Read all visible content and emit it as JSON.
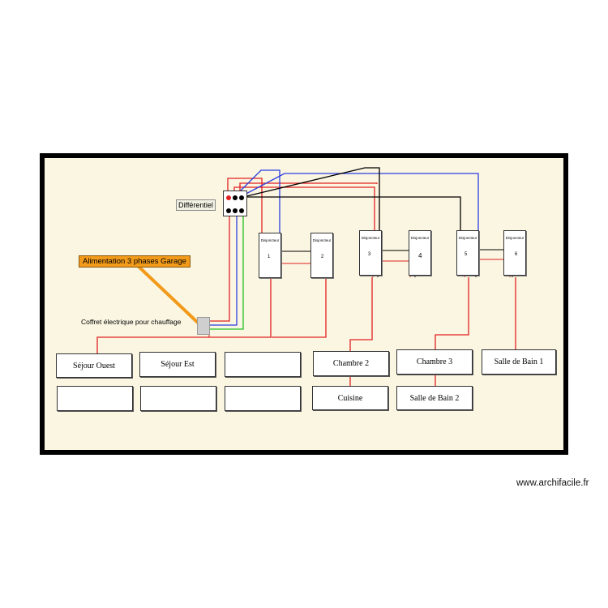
{
  "diagram": {
    "differential_label": "Différentiel",
    "supply_label": "Alimentation 3 phases  Garage",
    "coffret_label": "Coffret électrique pour chauffage",
    "breakers": [
      {
        "label": "Disjoncteur",
        "number": "1"
      },
      {
        "label": "Disjoncteur",
        "number": "2"
      },
      {
        "label": "Disjoncteur",
        "number": "3"
      },
      {
        "label": "Disjoncteur",
        "number": "4"
      },
      {
        "label": "Disjoncteur",
        "number": "5"
      },
      {
        "label": "Disjoncteur",
        "number": "6"
      }
    ],
    "rooms": [
      "Séjour  Ouest",
      "Séjour Est",
      "",
      "Chambre 2",
      "Chambre 3",
      "Salle de Bain 1",
      "",
      "",
      "",
      "Cuisine",
      "Salle de Bain  2"
    ]
  },
  "colors": {
    "phase": "#e02020",
    "neutral": "#2a3ee0",
    "earth": "#22c022",
    "black": "#000000",
    "supply": "#f29a1a",
    "board": "#fbf6e2"
  },
  "brand": "www.archifacile.fr"
}
